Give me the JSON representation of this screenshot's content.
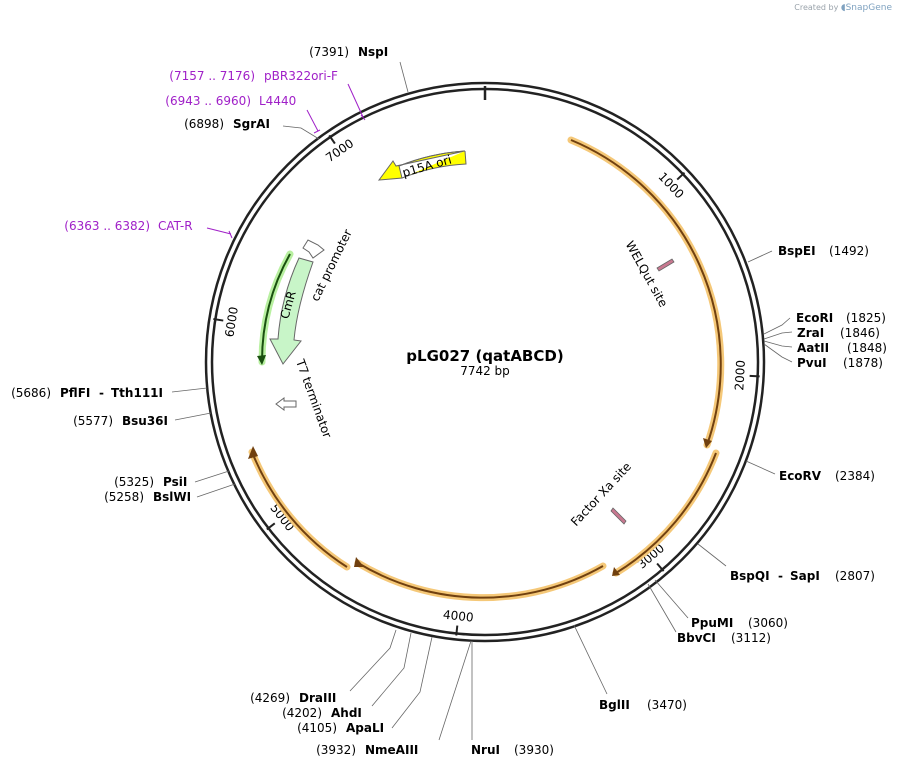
{
  "credit": {
    "prefix": "Created by",
    "brand": "SnapGene"
  },
  "plasmid": {
    "name": "pLG027 (qatABCD)",
    "length_label": "7742 bp",
    "length_bp": 7742
  },
  "ticks": [
    {
      "bp": 1000,
      "label": "1000"
    },
    {
      "bp": 2000,
      "label": "2000"
    },
    {
      "bp": 3000,
      "label": "3000"
    },
    {
      "bp": 4000,
      "label": "4000"
    },
    {
      "bp": 5000,
      "label": "5000"
    },
    {
      "bp": 6000,
      "label": "6000"
    },
    {
      "bp": 7000,
      "label": "7000"
    }
  ],
  "enzymes": [
    {
      "name": "NspI",
      "pos": "(7391)",
      "bp": 7391
    },
    {
      "name": "SgrAI",
      "pos": "(6898)",
      "bp": 6898
    },
    {
      "name": "BspEI",
      "pos": "(1492)",
      "bp": 1492
    },
    {
      "name": "EcoRI",
      "pos": "(1825)",
      "bp": 1825
    },
    {
      "name": "ZraI",
      "pos": "(1846)",
      "bp": 1846
    },
    {
      "name": "AatII",
      "pos": "(1848)",
      "bp": 1848
    },
    {
      "name": "PvuI",
      "pos": "(1878)",
      "bp": 1878
    },
    {
      "name": "EcoRV",
      "pos": "(2384)",
      "bp": 2384
    },
    {
      "name": "BspQI",
      "name2": "SapI",
      "pos": "(2807)",
      "bp": 2807
    },
    {
      "name": "PpuMI",
      "pos": "(3060)",
      "bp": 3060
    },
    {
      "name": "BbvCI",
      "pos": "(3112)",
      "bp": 3112
    },
    {
      "name": "BglII",
      "pos": "(3470)",
      "bp": 3470
    },
    {
      "name": "NruI",
      "pos": "(3930)",
      "bp": 3930
    },
    {
      "name": "NmeAIII",
      "pos": "(3932)",
      "bp": 3932
    },
    {
      "name": "ApaLI",
      "pos": "(4105)",
      "bp": 4105
    },
    {
      "name": "AhdI",
      "pos": "(4202)",
      "bp": 4202
    },
    {
      "name": "DraIII",
      "pos": "(4269)",
      "bp": 4269
    },
    {
      "name": "BslWI",
      "pos": "(5258)",
      "bp": 5258
    },
    {
      "name": "PsiI",
      "pos": "(5325)",
      "bp": 5325
    },
    {
      "name": "Bsu36I",
      "pos": "(5577)",
      "bp": 5577
    },
    {
      "name": "PflFI",
      "name2": "Tth111I",
      "pos": "(5686)",
      "bp": 5686
    }
  ],
  "primers": [
    {
      "name": "pBR322ori-F",
      "range": "(7157 .. 7176)",
      "bp": 7166
    },
    {
      "name": "L4440",
      "range": "(6943 .. 6960)",
      "bp": 6951
    },
    {
      "name": "CAT-R",
      "range": "(6363 .. 6382)",
      "bp": 6372
    }
  ],
  "features": [
    {
      "name": "p15A ori",
      "color": "#ffff00"
    },
    {
      "name": "CmR",
      "color": "#c8f5c8"
    },
    {
      "name": "cat promoter",
      "color": "#ffffff"
    },
    {
      "name": "T7 terminator",
      "color": "#ffffff"
    },
    {
      "name": "WELQut site",
      "color": "#c87890"
    },
    {
      "name": "Factor Xa site",
      "color": "#c87890"
    }
  ],
  "colors": {
    "orf": "#f5a623",
    "primer": "#a020c8",
    "backbone": "#222222"
  }
}
